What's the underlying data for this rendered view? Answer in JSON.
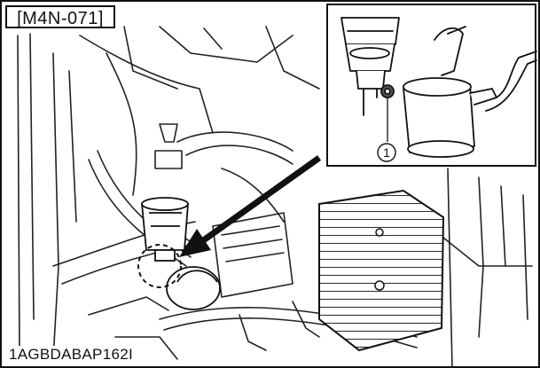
{
  "figure": {
    "reference_label": "[M4N-071]",
    "callout_number": "1",
    "image_code": "1AGBDABAP162I"
  }
}
